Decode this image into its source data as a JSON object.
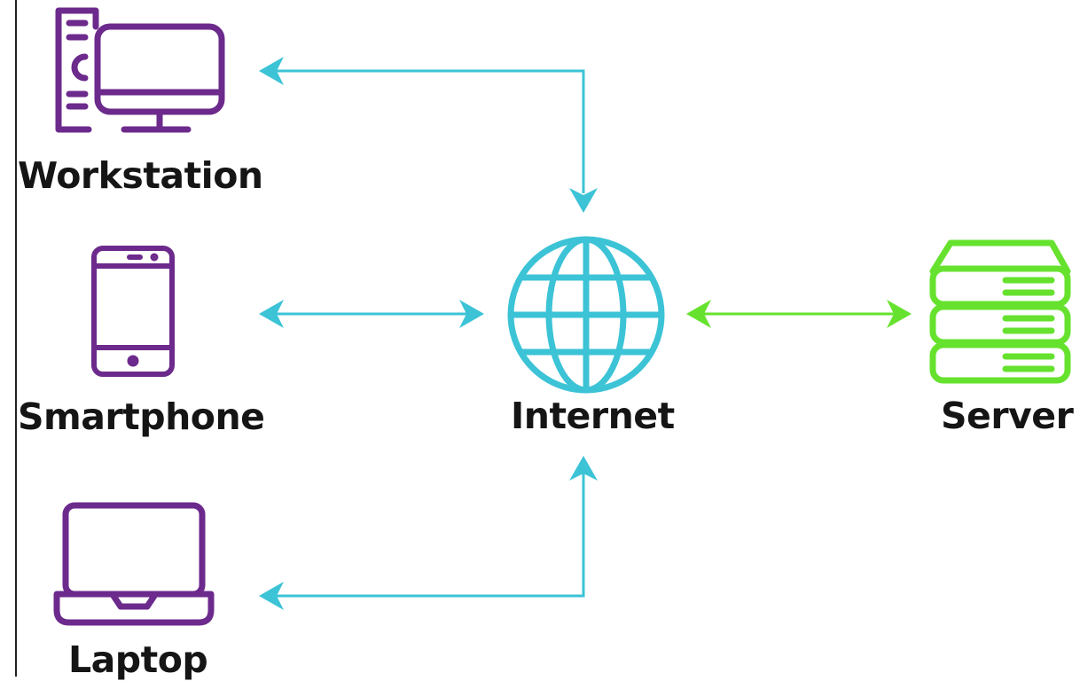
{
  "nodes": {
    "workstation": {
      "label": "Workstation",
      "icon": "desktop-computer-icon"
    },
    "smartphone": {
      "label": "Smartphone",
      "icon": "smartphone-icon"
    },
    "laptop": {
      "label": "Laptop",
      "icon": "laptop-icon"
    },
    "internet": {
      "label": "Internet",
      "icon": "globe-icon"
    },
    "server": {
      "label": "Server",
      "icon": "server-stack-icon"
    }
  },
  "edges": [
    {
      "from": "workstation",
      "to": "internet",
      "direction": "both"
    },
    {
      "from": "smartphone",
      "to": "internet",
      "direction": "both"
    },
    {
      "from": "laptop",
      "to": "internet",
      "direction": "both"
    },
    {
      "from": "internet",
      "to": "server",
      "direction": "both"
    }
  ],
  "colors": {
    "device": "#6c2a8c",
    "connector": "#3cc3d6",
    "internet": "#3cc3d6",
    "server": "#66e22e",
    "server_link": "#66e22e",
    "label": "#151515",
    "divider": "#222222"
  }
}
